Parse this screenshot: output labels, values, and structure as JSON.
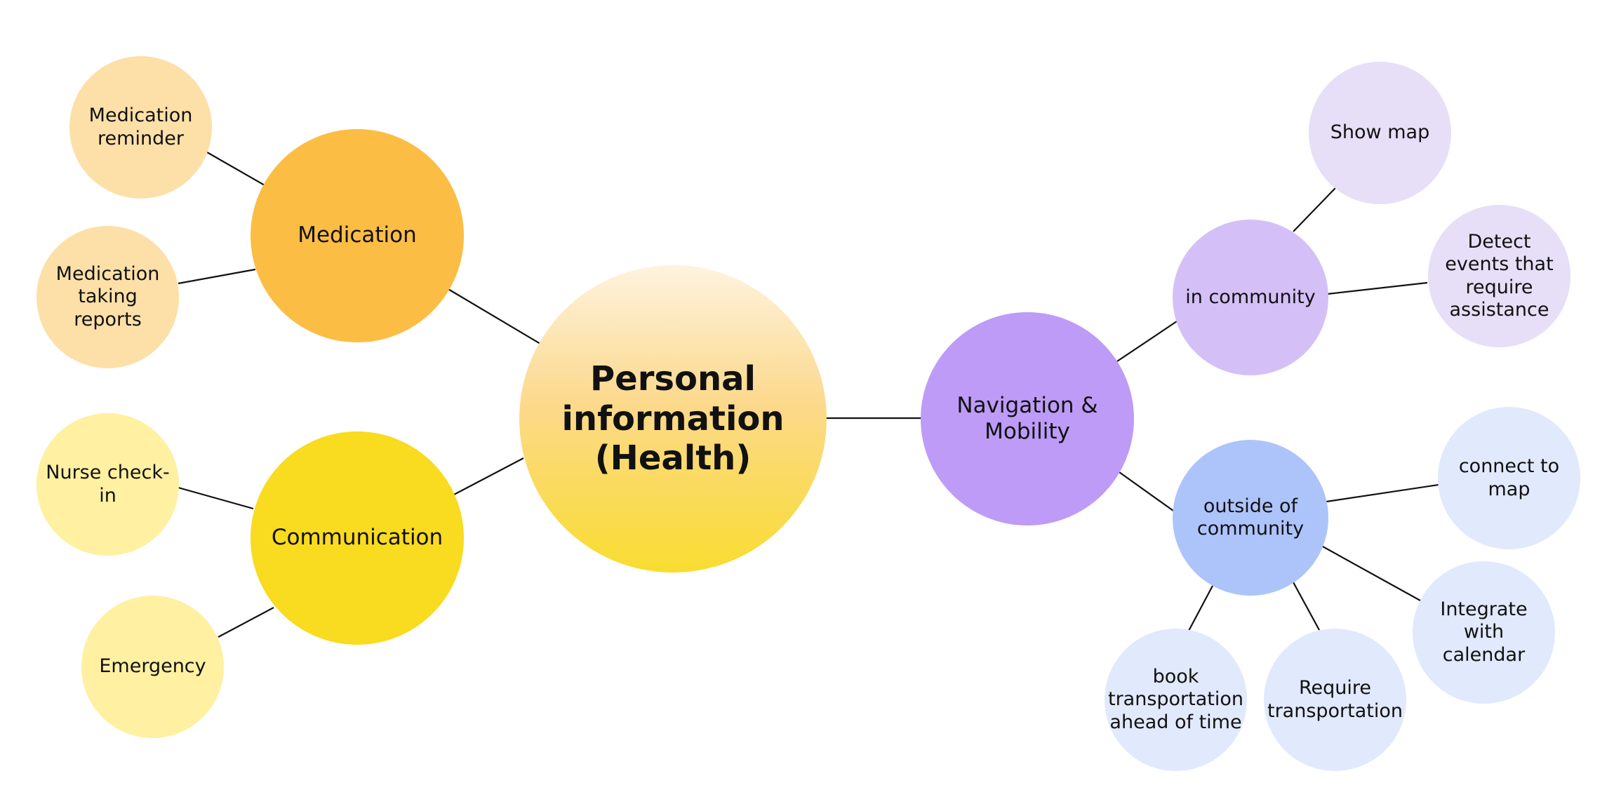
{
  "colors": {
    "connector": "#111111",
    "text": "#111111",
    "root_gradient": [
      "#fef3df",
      "#fcd98c",
      "#f9dc30"
    ],
    "medication": "#fcbd45",
    "medication_leaf": "#fde0a8",
    "communication": "#f9db1f",
    "communication_leaf": "#fff0a2",
    "navigation": "#be9bf7",
    "in_community": "#d4c0f7",
    "in_community_leaf": "#e6dff7",
    "outside_community": "#adc4fb",
    "outside_community_leaf": "#e1e9fc"
  },
  "root": {
    "label": "Personal\ninformation\n(Health)"
  },
  "branches": {
    "medication": {
      "label": "Medication",
      "children": [
        {
          "label": "Medication\nreminder"
        },
        {
          "label": "Medication\ntaking\nreports"
        }
      ]
    },
    "communication": {
      "label": "Communication",
      "children": [
        {
          "label": "Nurse check-\nin"
        },
        {
          "label": "Emergency"
        }
      ]
    },
    "navigation": {
      "label": "Navigation &\nMobility",
      "in_community": {
        "label": "in community",
        "children": [
          {
            "label": "Show map"
          },
          {
            "label": "Detect\nevents that\nrequire\nassistance"
          }
        ]
      },
      "outside_community": {
        "label": "outside of\ncommunity",
        "children": [
          {
            "label": "connect to\nmap"
          },
          {
            "label": "Integrate\nwith\ncalendar"
          },
          {
            "label": "Require\ntransportation"
          },
          {
            "label": "book\ntransportation\nahead of time"
          }
        ]
      }
    }
  }
}
